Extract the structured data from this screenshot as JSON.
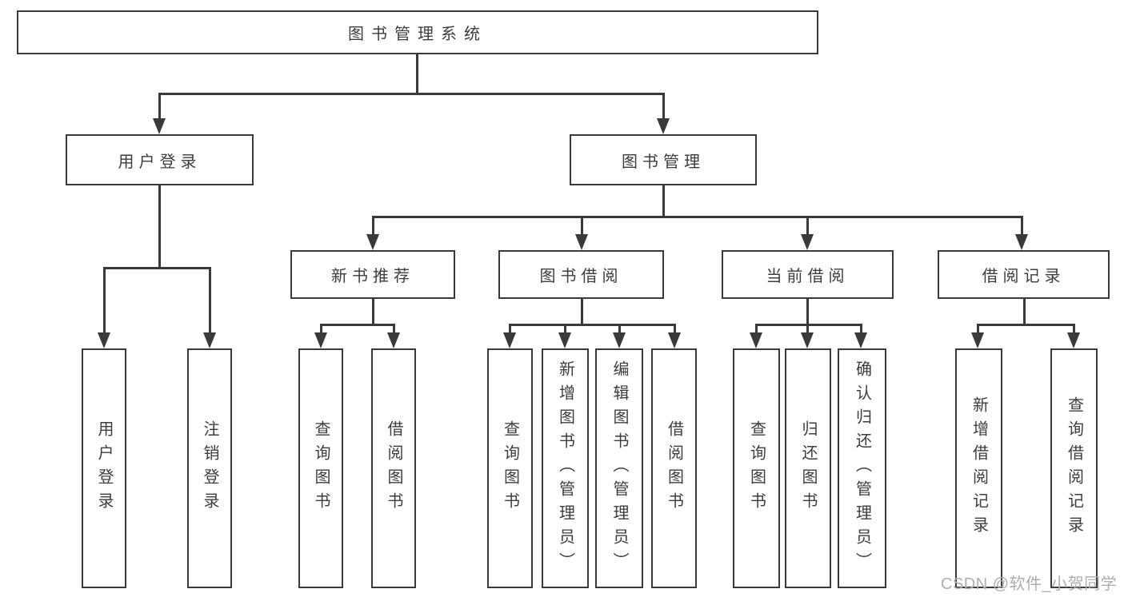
{
  "diagram": {
    "root": {
      "label": "图书管理系统"
    },
    "branches": [
      {
        "label": "用户登录",
        "children": [
          {
            "label": "用户登录"
          },
          {
            "label": "注销登录"
          }
        ]
      },
      {
        "label": "图书管理",
        "children": [
          {
            "label": "新书推荐",
            "children": [
              {
                "label": "查询图书"
              },
              {
                "label": "借阅图书"
              }
            ]
          },
          {
            "label": "图书借阅",
            "children": [
              {
                "label": "查询图书"
              },
              {
                "label": "新增图书（管理员）"
              },
              {
                "label": "编辑图书（管理员）"
              },
              {
                "label": "借阅图书"
              }
            ]
          },
          {
            "label": "当前借阅",
            "children": [
              {
                "label": "查询图书"
              },
              {
                "label": "归还图书"
              },
              {
                "label": "确认归还（管理员）"
              }
            ]
          },
          {
            "label": "借阅记录",
            "children": [
              {
                "label": "新增借阅记录"
              },
              {
                "label": "查询借阅记录"
              }
            ]
          }
        ]
      }
    ],
    "colors": {
      "line": "#3a3a3a",
      "text": "#3d3d3d",
      "watermark": "#aeaeae"
    },
    "watermark": {
      "text": "CSDN @软件_小贺同学"
    }
  }
}
